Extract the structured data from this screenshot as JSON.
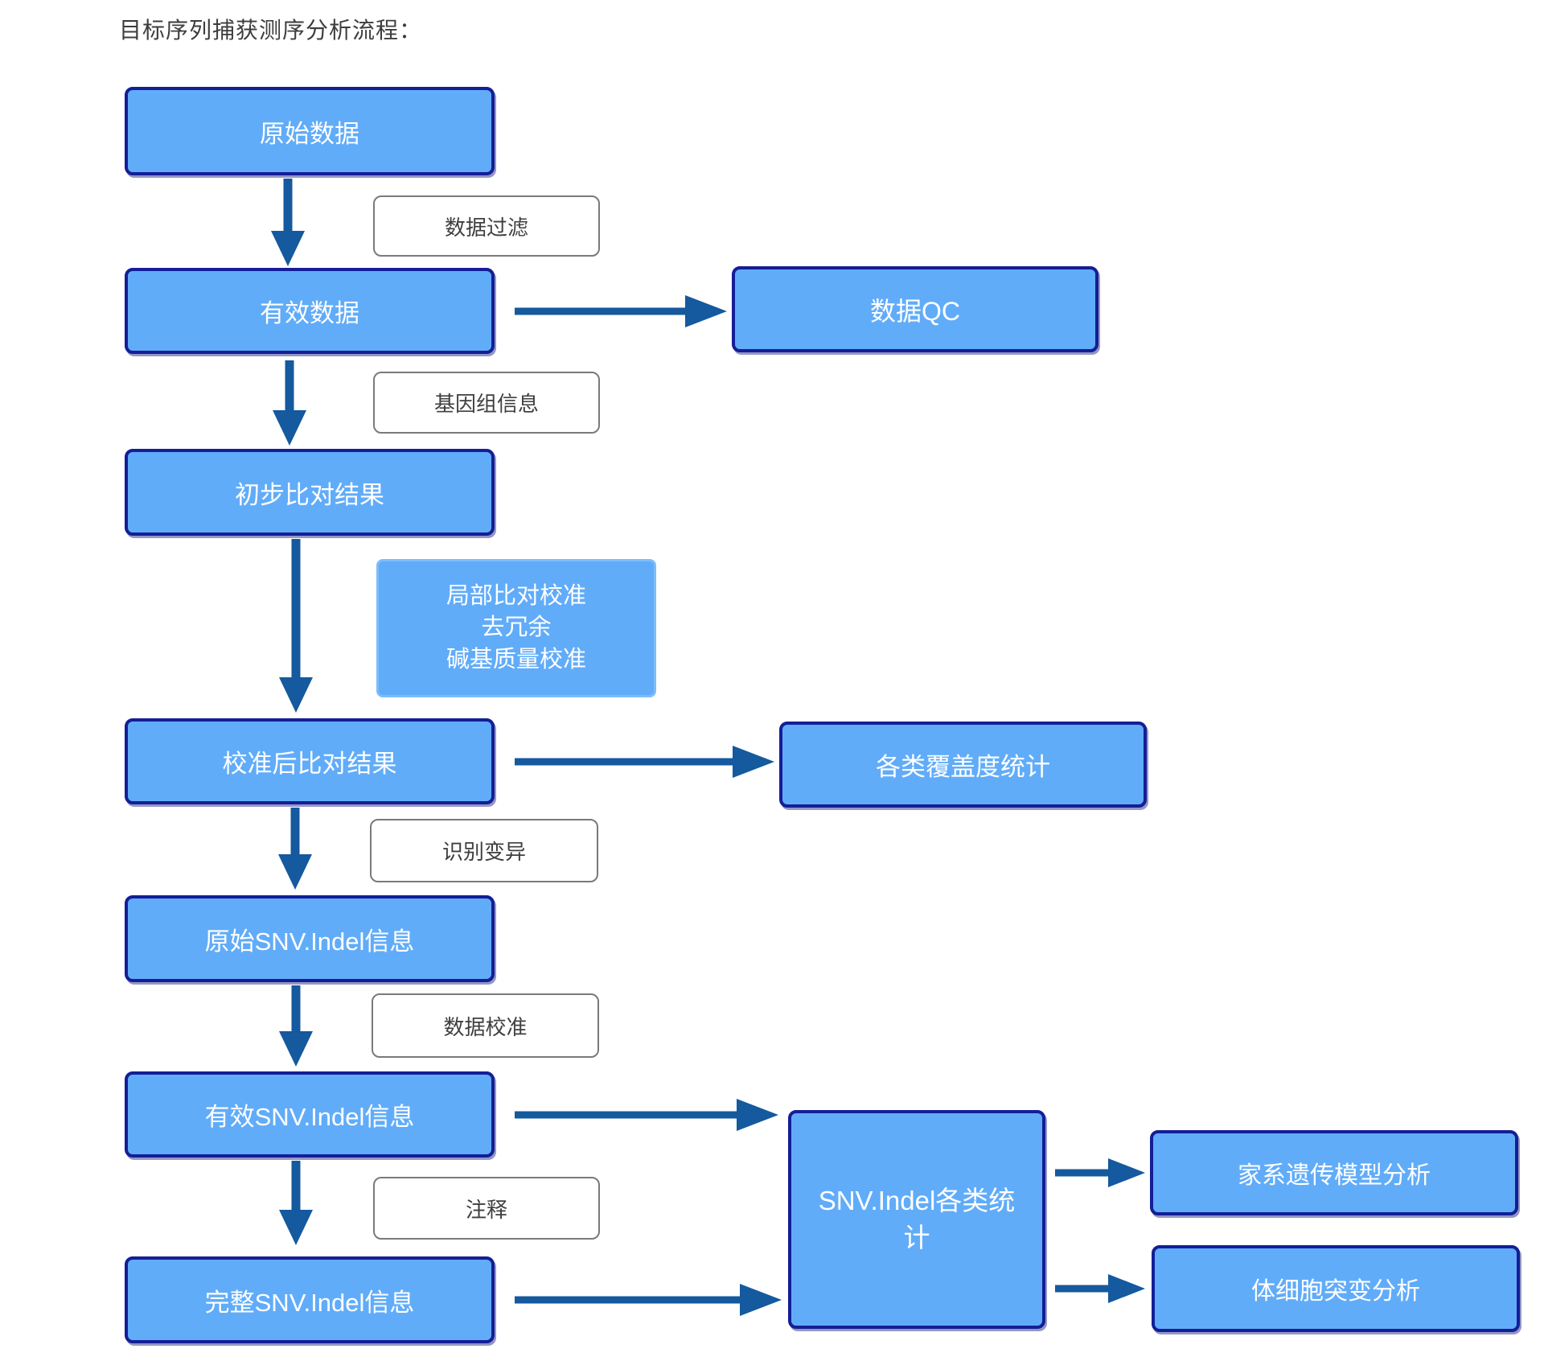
{
  "title": "目标序列捕获测序分析流程：",
  "colors": {
    "node_fill": "#61acf9",
    "node_border": "#141e96",
    "arrow": "#15599e",
    "note_border": "#7a7a7a",
    "note_text": "#3f3f3f",
    "blue_note_border": "#7cbdfc",
    "text_on_blue": "#ffffff"
  },
  "flow": {
    "nodes": {
      "raw_data": "原始数据",
      "valid_data": "有效数据",
      "initial_alignment": "初步比对结果",
      "calibrated_alignment": "校准后比对结果",
      "raw_snv_indel": "原始SNV.Indel信息",
      "valid_snv_indel": "有效SNV.Indel信息",
      "complete_snv_indel": "完整SNV.Indel信息",
      "data_qc": "数据QC",
      "coverage_stats": "各类覆盖度统计",
      "snv_indel_stats": "SNV.Indel各类统计",
      "pedigree_model_analysis": "家系遗传模型分析",
      "somatic_mutation_analysis": "体细胞突变分析"
    },
    "process_notes": {
      "data_filter": "数据过滤",
      "genome_info": "基因组信息",
      "realign_lines": [
        "局部比对校准",
        "去冗余",
        "碱基质量校准"
      ],
      "variant_calling": "识别变异",
      "data_calibration": "数据校准",
      "annotation": "注释"
    }
  }
}
